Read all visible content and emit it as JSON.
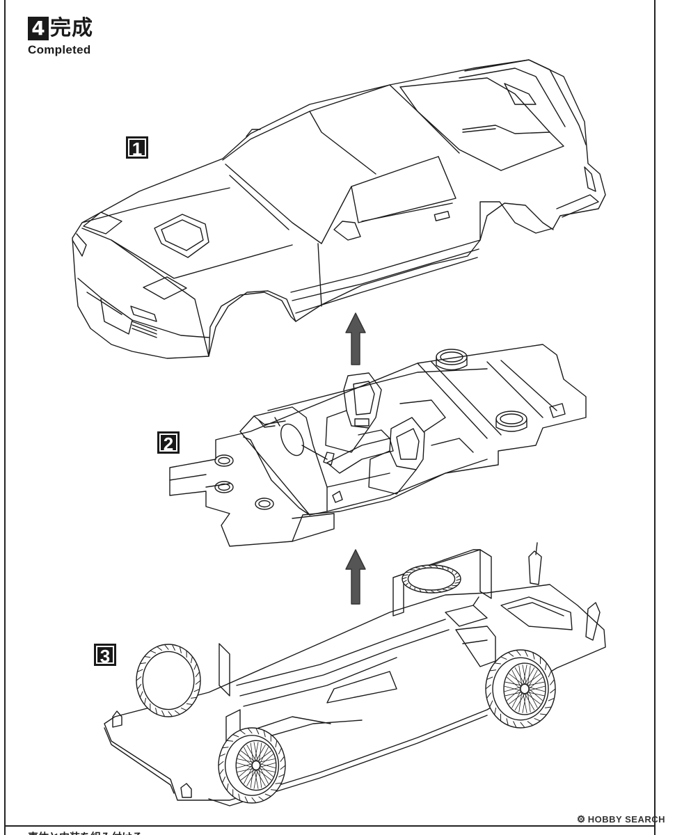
{
  "step": {
    "number": "4",
    "title_ja": "完成",
    "title_en": "Completed"
  },
  "parts": [
    {
      "label": "1",
      "description": "body"
    },
    {
      "label": "2",
      "description": "interior"
    },
    {
      "label": "3",
      "description": "chassis"
    }
  ],
  "watermark": {
    "icon": "gear-icon",
    "text": "HOBBY SEARCH"
  },
  "bottom_note": "車体と内装を組み付ける"
}
